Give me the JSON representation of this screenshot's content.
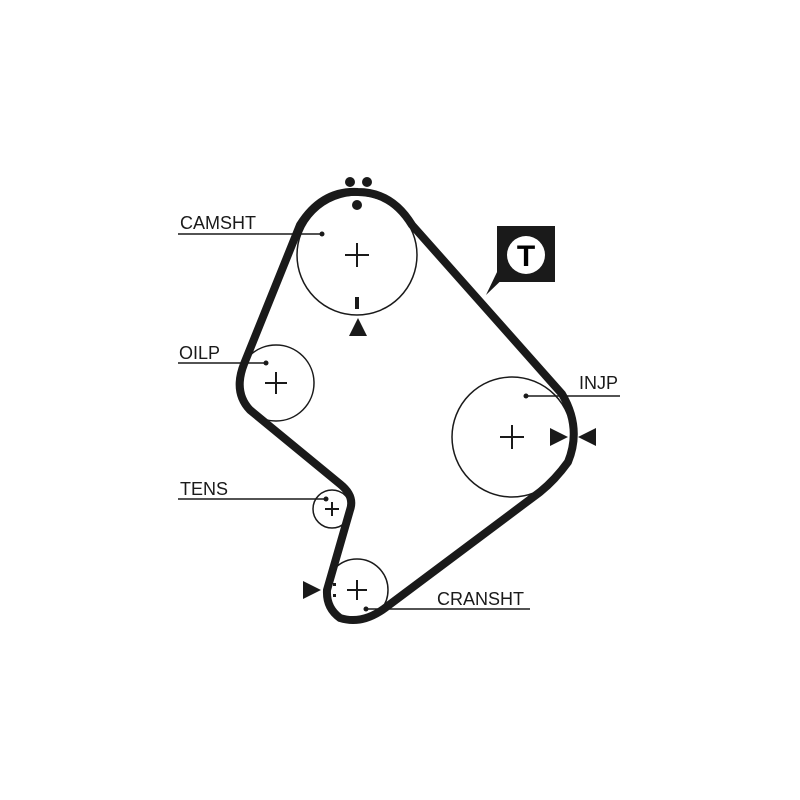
{
  "labels": {
    "camshaft": "CAMSHT",
    "oil_pump": "OILP",
    "injection_pump": "INJP",
    "tensioner": "TENS",
    "crankshaft": "CRANSHT"
  },
  "tension_badge": {
    "letter": "T",
    "icon": "tension-indicator-icon"
  },
  "colors": {
    "line": "#1a1a1a",
    "background": "#ffffff"
  }
}
